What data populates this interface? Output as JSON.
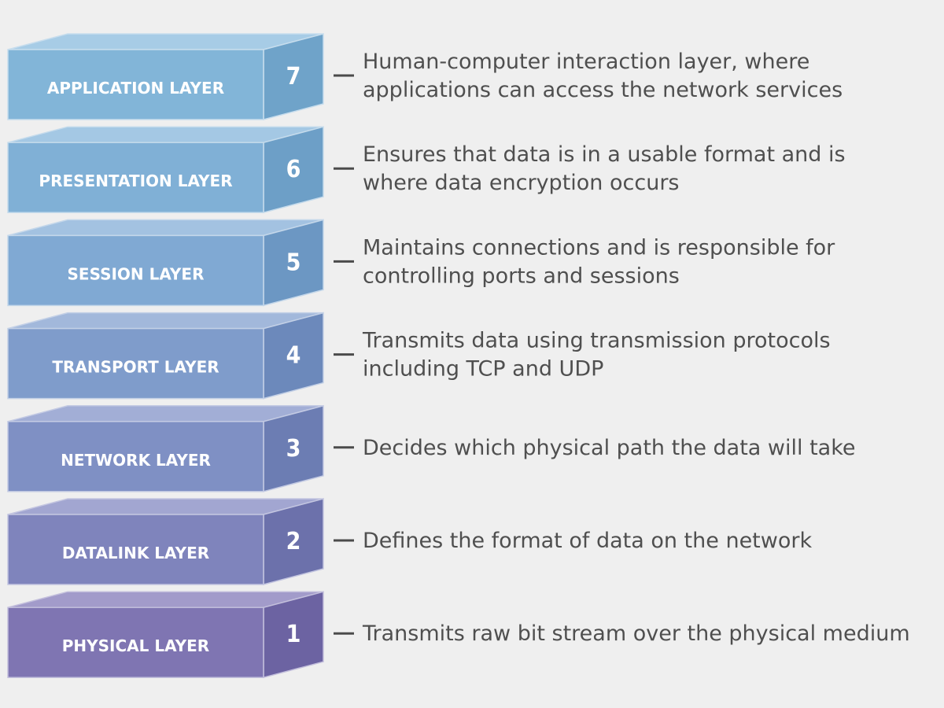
{
  "diagram": {
    "layers": [
      {
        "number": "7",
        "name": "APPLICATION LAYER",
        "description": [
          "Human-computer interaction layer, where",
          "applications can access the network services"
        ],
        "colors": {
          "front": "#82b5d8",
          "top": "#a7cce6",
          "side": "#6fa3c9",
          "edge": "#c7dded"
        }
      },
      {
        "number": "6",
        "name": "PRESENTATION LAYER",
        "description": [
          "Ensures that data is in a usable format and is",
          "where data encryption occurs"
        ],
        "colors": {
          "front": "#80b0d6",
          "top": "#a4c8e4",
          "side": "#6d9fc7",
          "edge": "#c5dbec"
        }
      },
      {
        "number": "5",
        "name": "SESSION LAYER",
        "description": [
          "Maintains connections and is responsible for",
          "controlling ports and sessions"
        ],
        "colors": {
          "front": "#80a9d3",
          "top": "#a3c2e1",
          "side": "#6c97c3",
          "edge": "#c4d7ea"
        }
      },
      {
        "number": "4",
        "name": "TRANSPORT LAYER",
        "description": [
          "Transmits data using transmission protocols",
          "including TCP and UDP"
        ],
        "colors": {
          "front": "#7f9ccb",
          "top": "#a2b8db",
          "side": "#6c89bb",
          "edge": "#c3d0e6"
        }
      },
      {
        "number": "3",
        "name": "NETWORK LAYER",
        "description": [
          "Decides which physical path the data will take"
        ],
        "colors": {
          "front": "#7f90c4",
          "top": "#a2aed6",
          "side": "#6c7db3",
          "edge": "#c3cae3"
        }
      },
      {
        "number": "2",
        "name": "DATALINK LAYER",
        "description": [
          "Defines the format of data on the network"
        ],
        "colors": {
          "front": "#7f84bc",
          "top": "#a2a6d1",
          "side": "#6c71ab",
          "edge": "#c3c5e0"
        }
      },
      {
        "number": "1",
        "name": "PHYSICAL LAYER",
        "description": [
          "Transmits raw bit stream over the physical medium"
        ],
        "colors": {
          "front": "#7f75b2",
          "top": "#a29bca",
          "side": "#6c63a2",
          "edge": "#c3bfdc"
        }
      }
    ]
  }
}
